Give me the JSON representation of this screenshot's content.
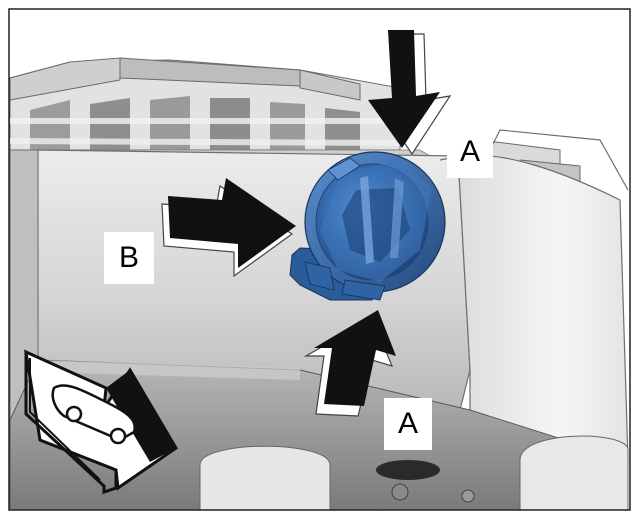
{
  "callouts": {
    "top_right": "A",
    "bottom": "A",
    "left": "B"
  },
  "colors": {
    "component": "#2f65a6",
    "component_highlight": "#6f9fd8",
    "component_shadow": "#1c3f6c",
    "housing_light": "#f4f4f4",
    "housing_mid": "#d9d9d9",
    "housing_dark": "#9a9a9a",
    "arrow": "#111111",
    "frame": "#222222"
  },
  "icons": [
    "arrow-down-icon",
    "arrow-up-icon",
    "arrow-right-icon",
    "vehicle-direction-icon"
  ]
}
